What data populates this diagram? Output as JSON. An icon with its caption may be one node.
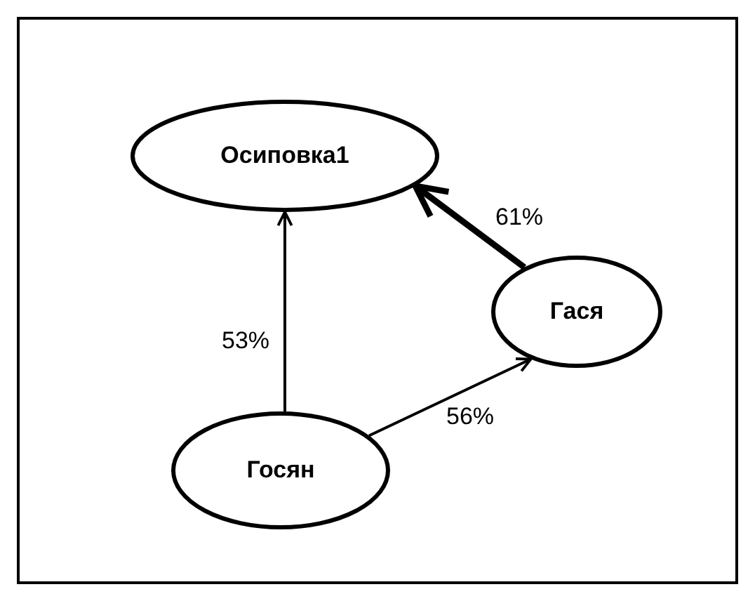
{
  "diagram": {
    "nodes": [
      {
        "text": [
          "Осиповка1"
        ]
      },
      {
        "text": [
          "Гася"
        ]
      },
      {
        "text": [
          "Госян"
        ]
      }
    ],
    "edges": [
      {
        "from": 2,
        "to": 0,
        "arrow": "to",
        "label": "53%"
      },
      {
        "from": 2,
        "to": 1,
        "arrow": "to",
        "label": "56%"
      },
      {
        "from": 1,
        "to": 0,
        "arrow": "to",
        "label": "61%",
        "style": "thick"
      }
    ]
  }
}
